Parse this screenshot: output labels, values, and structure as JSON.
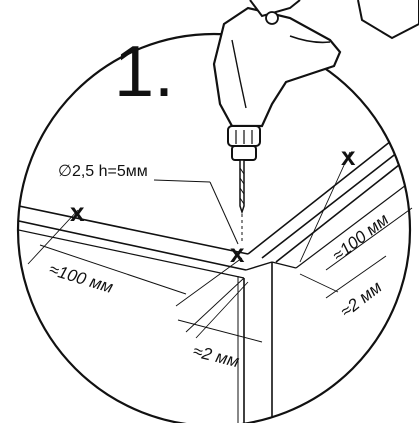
{
  "step": {
    "number": "1."
  },
  "drill_spec": {
    "text": "∅2,5  h=5мм"
  },
  "marks": {
    "cross_left": "x",
    "cross_center": "x",
    "cross_right": "x"
  },
  "dimensions": {
    "left_offset": "≈100 мм",
    "right_offset": "≈100 мм",
    "front_edge_gap": "≈2 мм",
    "side_edge_gap": "≈2 мм"
  },
  "colors": {
    "ink": "#111111",
    "paper": "#ffffff"
  },
  "icons": {
    "tool": "drill-icon"
  }
}
